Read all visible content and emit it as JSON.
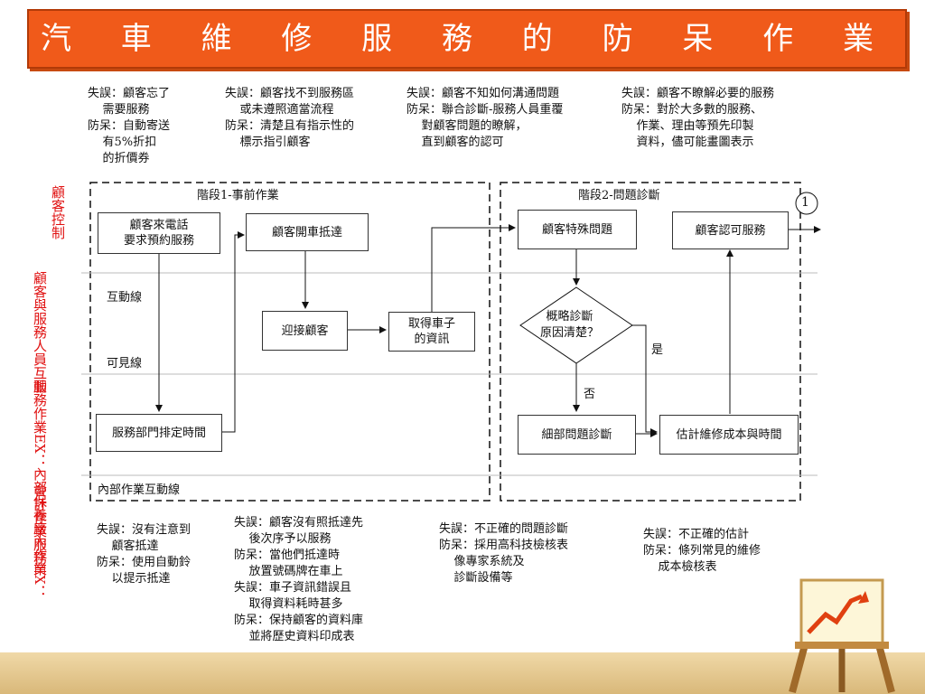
{
  "title": "汽 車 維 修 服 務 的 防 呆 作 業",
  "top_notes": [
    "失誤：顧客忘了\n    需要服務\n防呆：自動寄送\n    有5%折扣\n    的折價券",
    "失誤：顧客找不到服務區\n    或未遵照適當流程\n防呆：清楚且有指示性的\n    標示指引顧客",
    "失誤：顧客不知如何溝通問題\n防呆：聯合診斷-服務人員重覆\n    對顧客問題的瞭解，\n    直到顧客的認可",
    "失誤：顧客不瞭解必要的服務\n防呆：對於大多數的服務、\n    作業、理由等預先印製\n    資料，儘可能畫圖表示"
  ],
  "bottom_notes": [
    "失誤：沒有注意到\n    顧客抵達\n防呆：使用自動鈴\n    以提示抵達",
    "失誤：顧客沒有照抵達先\n    後次序予以服務\n防呆：當他們抵達時\n    放置號碼牌在車上\n失誤：車子資訊錯誤且\n    取得資料耗時甚多\n防呆：保持顧客的資料庫\n    並將歷史資料印成表",
    "失誤：不正確的問題診斷\n防呆：採用高科技檢核表\n    像專家系統及\n    診斷設備等",
    "失誤：不正確的估計\n防呆：條列常見的維修\n    成本檢核表"
  ],
  "side_labels": {
    "customer_control": "顧客控制",
    "interaction": "顧客與服務人員互動",
    "internal": "服務作業EX：內部保養廠內作業",
    "accounting": "會計作業服務EX："
  },
  "stages": {
    "stage1": "階段1-事前作業",
    "stage2": "階段2-問題診斷"
  },
  "lines": {
    "interaction_line": "互動線",
    "visible_line": "可見線",
    "internal_line": "內部作業互動線"
  },
  "boxes": {
    "call": "顧客來電話\n要求預約服務",
    "arrive": "顧客開車抵達",
    "greet": "迎接顧客",
    "car_info": "取得車子\n的資訊",
    "schedule": "服務部門排定時間",
    "special": "顧客特殊問題",
    "decision": "概略診斷\n原因清楚？",
    "detail": "細部問題診斷",
    "estimate": "估計維修成本與時間",
    "approve": "顧客認可服務"
  },
  "decision_labels": {
    "yes": "是",
    "no": "否"
  },
  "connector": "1"
}
